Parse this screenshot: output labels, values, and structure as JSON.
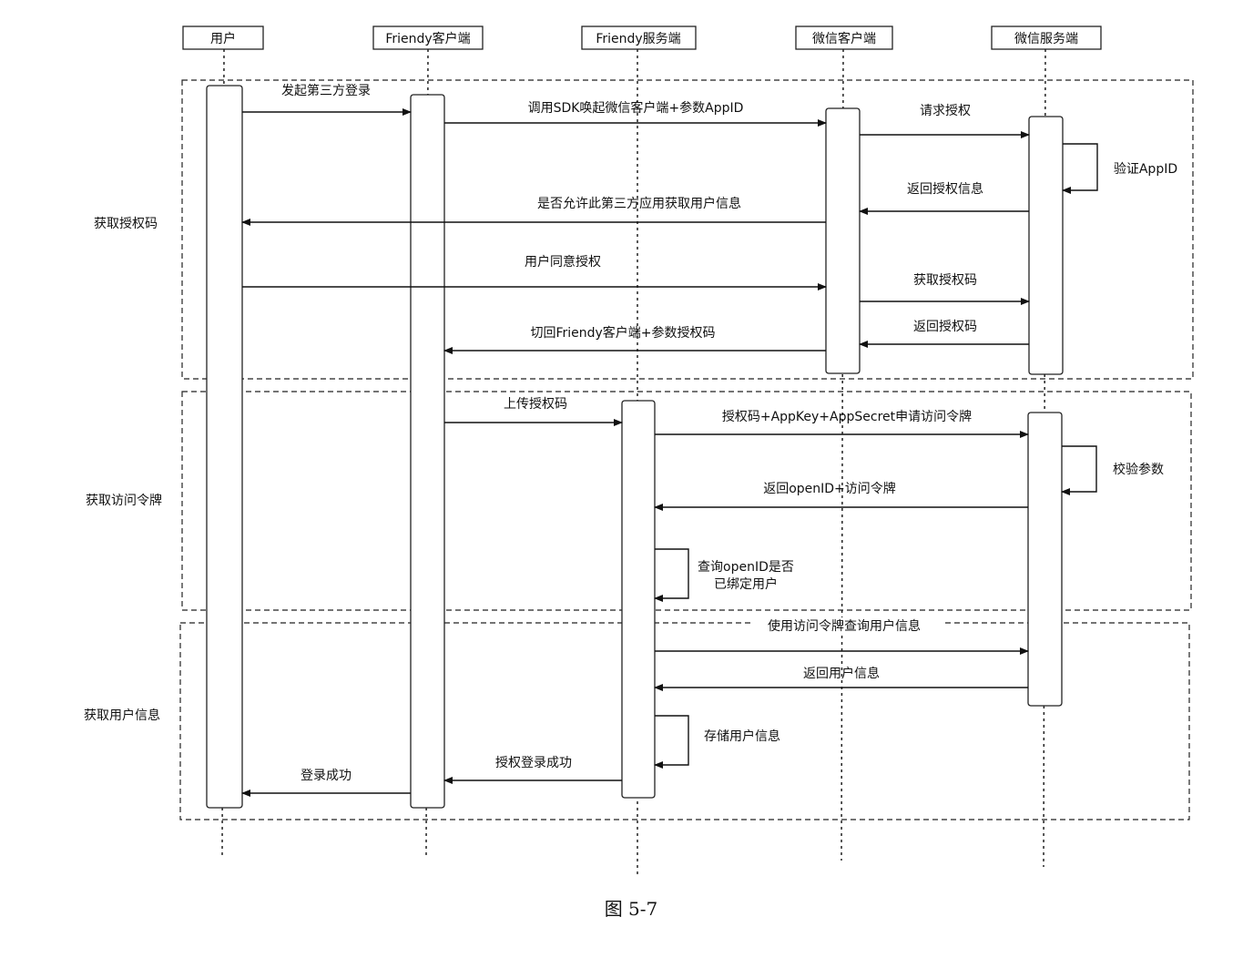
{
  "participants": [
    {
      "id": "user",
      "label": "用户"
    },
    {
      "id": "fclient",
      "label": "Friendy客户端"
    },
    {
      "id": "fserver",
      "label": "Friendy服务端"
    },
    {
      "id": "wclient",
      "label": "微信客户端"
    },
    {
      "id": "wserver",
      "label": "微信服务端"
    }
  ],
  "sections": [
    {
      "id": "auth-code",
      "label": "获取授权码"
    },
    {
      "id": "access-token",
      "label": "获取访问令牌"
    },
    {
      "id": "user-info",
      "label": "获取用户信息"
    }
  ],
  "messages": [
    {
      "id": "m1",
      "from": "user",
      "to": "fclient",
      "label": "发起第三方登录"
    },
    {
      "id": "m2",
      "from": "fclient",
      "to": "wclient",
      "label": "调用SDK唤起微信客户端+参数AppID"
    },
    {
      "id": "m3",
      "from": "wclient",
      "to": "wserver",
      "label": "请求授权"
    },
    {
      "id": "m4",
      "from": "wserver",
      "to": "wserver",
      "label": "验证AppID"
    },
    {
      "id": "m5",
      "from": "wserver",
      "to": "wclient",
      "label": "返回授权信息"
    },
    {
      "id": "m6",
      "from": "wclient",
      "to": "user",
      "label": "是否允许此第三方应用获取用户信息"
    },
    {
      "id": "m7",
      "from": "user",
      "to": "wclient",
      "label": "用户同意授权"
    },
    {
      "id": "m8",
      "from": "wclient",
      "to": "wserver",
      "label": "获取授权码"
    },
    {
      "id": "m9",
      "from": "wserver",
      "to": "wclient",
      "label": "返回授权码"
    },
    {
      "id": "m10",
      "from": "wclient",
      "to": "fclient",
      "label": "切回Friendy客户端+参数授权码"
    },
    {
      "id": "m11",
      "from": "fclient",
      "to": "fserver",
      "label": "上传授权码"
    },
    {
      "id": "m12",
      "from": "fserver",
      "to": "wserver",
      "label": "授权码+AppKey+AppSecret申请访问令牌"
    },
    {
      "id": "m13",
      "from": "wserver",
      "to": "wserver",
      "label": "校验参数"
    },
    {
      "id": "m14",
      "from": "wserver",
      "to": "fserver",
      "label": "返回openID+访问令牌"
    },
    {
      "id": "m15",
      "from": "fserver",
      "to": "fserver",
      "label": "查询openID是否已绑定用户"
    },
    {
      "id": "m16",
      "from": "fserver",
      "to": "wserver",
      "label": "使用访问令牌查询用户信息"
    },
    {
      "id": "m17",
      "from": "wserver",
      "to": "fserver",
      "label": "返回用户信息"
    },
    {
      "id": "m18",
      "from": "fserver",
      "to": "fserver",
      "label": "存储用户信息"
    },
    {
      "id": "m19",
      "from": "fserver",
      "to": "fclient",
      "label": "授权登录成功"
    },
    {
      "id": "m20",
      "from": "fclient",
      "to": "user",
      "label": "登录成功"
    }
  ],
  "caption": "图 5-7",
  "colors": {
    "line": "#111111",
    "background": "#ffffff"
  }
}
